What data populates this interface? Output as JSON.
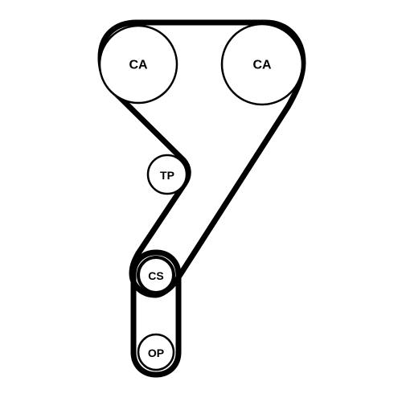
{
  "diagram": {
    "pulleys": {
      "camshaft_left": "CA",
      "camshaft_right": "CA",
      "tensioner": "TP",
      "crankshaft": "CS",
      "oil_pump": "OP"
    }
  }
}
